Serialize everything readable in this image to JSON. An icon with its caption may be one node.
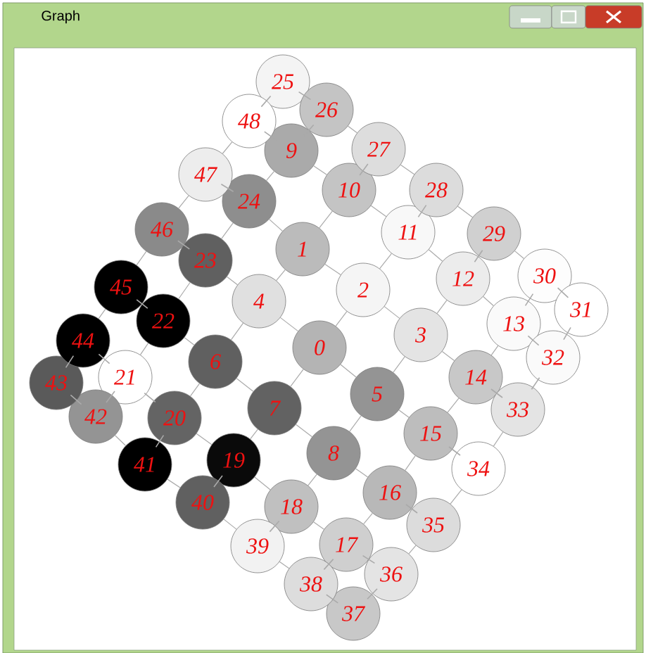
{
  "diagram": {
    "title": "Graph",
    "nodes": [
      {
        "text": [
          "0"
        ]
      },
      {
        "text": [
          "1"
        ]
      },
      {
        "text": [
          "2"
        ]
      },
      {
        "text": [
          "3"
        ]
      },
      {
        "text": [
          "4"
        ]
      },
      {
        "text": [
          "5"
        ]
      },
      {
        "text": [
          "6"
        ]
      },
      {
        "text": [
          "7"
        ]
      },
      {
        "text": [
          "8"
        ]
      },
      {
        "text": [
          "9"
        ]
      },
      {
        "text": [
          "10"
        ]
      },
      {
        "text": [
          "11"
        ]
      },
      {
        "text": [
          "12"
        ]
      },
      {
        "text": [
          "13"
        ]
      },
      {
        "text": [
          "14"
        ]
      },
      {
        "text": [
          "15"
        ]
      },
      {
        "text": [
          "16"
        ]
      },
      {
        "text": [
          "17"
        ]
      },
      {
        "text": [
          "18"
        ]
      },
      {
        "text": [
          "19"
        ]
      },
      {
        "text": [
          "20"
        ]
      },
      {
        "text": [
          "21"
        ]
      },
      {
        "text": [
          "22"
        ]
      },
      {
        "text": [
          "23"
        ]
      },
      {
        "text": [
          "24"
        ]
      },
      {
        "text": [
          "25"
        ]
      },
      {
        "text": [
          "26"
        ]
      },
      {
        "text": [
          "27"
        ]
      },
      {
        "text": [
          "28"
        ]
      },
      {
        "text": [
          "29"
        ]
      },
      {
        "text": [
          "30"
        ]
      },
      {
        "text": [
          "31"
        ]
      },
      {
        "text": [
          "32"
        ]
      },
      {
        "text": [
          "33"
        ]
      },
      {
        "text": [
          "34"
        ]
      },
      {
        "text": [
          "35"
        ]
      },
      {
        "text": [
          "36"
        ]
      },
      {
        "text": [
          "37"
        ]
      },
      {
        "text": [
          "38"
        ]
      },
      {
        "text": [
          "39"
        ]
      },
      {
        "text": [
          "40"
        ]
      },
      {
        "text": [
          "41"
        ]
      },
      {
        "text": [
          "42"
        ]
      },
      {
        "text": [
          "43"
        ]
      },
      {
        "text": [
          "44"
        ]
      },
      {
        "text": [
          "45"
        ]
      },
      {
        "text": [
          "46"
        ]
      },
      {
        "text": [
          "47"
        ]
      },
      {
        "text": [
          "48"
        ]
      }
    ],
    "edges": [
      {
        "from": 25,
        "to": 26,
        "arrow": "none"
      },
      {
        "from": 26,
        "to": 27,
        "arrow": "none"
      },
      {
        "from": 27,
        "to": 28,
        "arrow": "none"
      },
      {
        "from": 28,
        "to": 29,
        "arrow": "none"
      },
      {
        "from": 29,
        "to": 30,
        "arrow": "none"
      },
      {
        "from": 30,
        "to": 31,
        "arrow": "none"
      },
      {
        "from": 48,
        "to": 9,
        "arrow": "none"
      },
      {
        "from": 9,
        "to": 10,
        "arrow": "none"
      },
      {
        "from": 10,
        "to": 11,
        "arrow": "none"
      },
      {
        "from": 11,
        "to": 12,
        "arrow": "none"
      },
      {
        "from": 12,
        "to": 13,
        "arrow": "none"
      },
      {
        "from": 13,
        "to": 32,
        "arrow": "none"
      },
      {
        "from": 47,
        "to": 24,
        "arrow": "none"
      },
      {
        "from": 24,
        "to": 1,
        "arrow": "none"
      },
      {
        "from": 1,
        "to": 2,
        "arrow": "none"
      },
      {
        "from": 2,
        "to": 3,
        "arrow": "none"
      },
      {
        "from": 3,
        "to": 14,
        "arrow": "none"
      },
      {
        "from": 14,
        "to": 33,
        "arrow": "none"
      },
      {
        "from": 46,
        "to": 23,
        "arrow": "none"
      },
      {
        "from": 23,
        "to": 4,
        "arrow": "none"
      },
      {
        "from": 4,
        "to": 0,
        "arrow": "none"
      },
      {
        "from": 0,
        "to": 5,
        "arrow": "none"
      },
      {
        "from": 5,
        "to": 15,
        "arrow": "none"
      },
      {
        "from": 15,
        "to": 34,
        "arrow": "none"
      },
      {
        "from": 45,
        "to": 22,
        "arrow": "none"
      },
      {
        "from": 22,
        "to": 6,
        "arrow": "none"
      },
      {
        "from": 6,
        "to": 7,
        "arrow": "none"
      },
      {
        "from": 7,
        "to": 8,
        "arrow": "none"
      },
      {
        "from": 8,
        "to": 16,
        "arrow": "none"
      },
      {
        "from": 16,
        "to": 35,
        "arrow": "none"
      },
      {
        "from": 44,
        "to": 21,
        "arrow": "none"
      },
      {
        "from": 21,
        "to": 20,
        "arrow": "none"
      },
      {
        "from": 20,
        "to": 19,
        "arrow": "none"
      },
      {
        "from": 19,
        "to": 18,
        "arrow": "none"
      },
      {
        "from": 18,
        "to": 17,
        "arrow": "none"
      },
      {
        "from": 17,
        "to": 36,
        "arrow": "none"
      },
      {
        "from": 43,
        "to": 42,
        "arrow": "none"
      },
      {
        "from": 42,
        "to": 41,
        "arrow": "none"
      },
      {
        "from": 41,
        "to": 40,
        "arrow": "none"
      },
      {
        "from": 40,
        "to": 39,
        "arrow": "none"
      },
      {
        "from": 39,
        "to": 38,
        "arrow": "none"
      },
      {
        "from": 38,
        "to": 37,
        "arrow": "none"
      },
      {
        "from": 25,
        "to": 48,
        "arrow": "none"
      },
      {
        "from": 48,
        "to": 47,
        "arrow": "none"
      },
      {
        "from": 47,
        "to": 46,
        "arrow": "none"
      },
      {
        "from": 46,
        "to": 45,
        "arrow": "none"
      },
      {
        "from": 45,
        "to": 44,
        "arrow": "none"
      },
      {
        "from": 44,
        "to": 43,
        "arrow": "none"
      },
      {
        "from": 26,
        "to": 9,
        "arrow": "none"
      },
      {
        "from": 9,
        "to": 24,
        "arrow": "none"
      },
      {
        "from": 24,
        "to": 23,
        "arrow": "none"
      },
      {
        "from": 23,
        "to": 22,
        "arrow": "none"
      },
      {
        "from": 22,
        "to": 21,
        "arrow": "none"
      },
      {
        "from": 21,
        "to": 42,
        "arrow": "none"
      },
      {
        "from": 27,
        "to": 10,
        "arrow": "none"
      },
      {
        "from": 10,
        "to": 1,
        "arrow": "none"
      },
      {
        "from": 1,
        "to": 4,
        "arrow": "none"
      },
      {
        "from": 4,
        "to": 6,
        "arrow": "none"
      },
      {
        "from": 6,
        "to": 20,
        "arrow": "none"
      },
      {
        "from": 20,
        "to": 41,
        "arrow": "none"
      },
      {
        "from": 28,
        "to": 11,
        "arrow": "none"
      },
      {
        "from": 11,
        "to": 2,
        "arrow": "none"
      },
      {
        "from": 2,
        "to": 0,
        "arrow": "none"
      },
      {
        "from": 0,
        "to": 7,
        "arrow": "none"
      },
      {
        "from": 7,
        "to": 19,
        "arrow": "none"
      },
      {
        "from": 19,
        "to": 40,
        "arrow": "none"
      },
      {
        "from": 29,
        "to": 12,
        "arrow": "none"
      },
      {
        "from": 12,
        "to": 3,
        "arrow": "none"
      },
      {
        "from": 3,
        "to": 5,
        "arrow": "none"
      },
      {
        "from": 5,
        "to": 8,
        "arrow": "none"
      },
      {
        "from": 8,
        "to": 18,
        "arrow": "none"
      },
      {
        "from": 18,
        "to": 39,
        "arrow": "none"
      },
      {
        "from": 30,
        "to": 13,
        "arrow": "none"
      },
      {
        "from": 13,
        "to": 14,
        "arrow": "none"
      },
      {
        "from": 14,
        "to": 15,
        "arrow": "none"
      },
      {
        "from": 15,
        "to": 16,
        "arrow": "none"
      },
      {
        "from": 16,
        "to": 17,
        "arrow": "none"
      },
      {
        "from": 17,
        "to": 38,
        "arrow": "none"
      },
      {
        "from": 31,
        "to": 32,
        "arrow": "none"
      },
      {
        "from": 32,
        "to": 33,
        "arrow": "none"
      },
      {
        "from": 33,
        "to": 34,
        "arrow": "none"
      },
      {
        "from": 34,
        "to": 35,
        "arrow": "none"
      },
      {
        "from": 35,
        "to": 36,
        "arrow": "none"
      },
      {
        "from": 36,
        "to": 37,
        "arrow": "none"
      }
    ]
  }
}
